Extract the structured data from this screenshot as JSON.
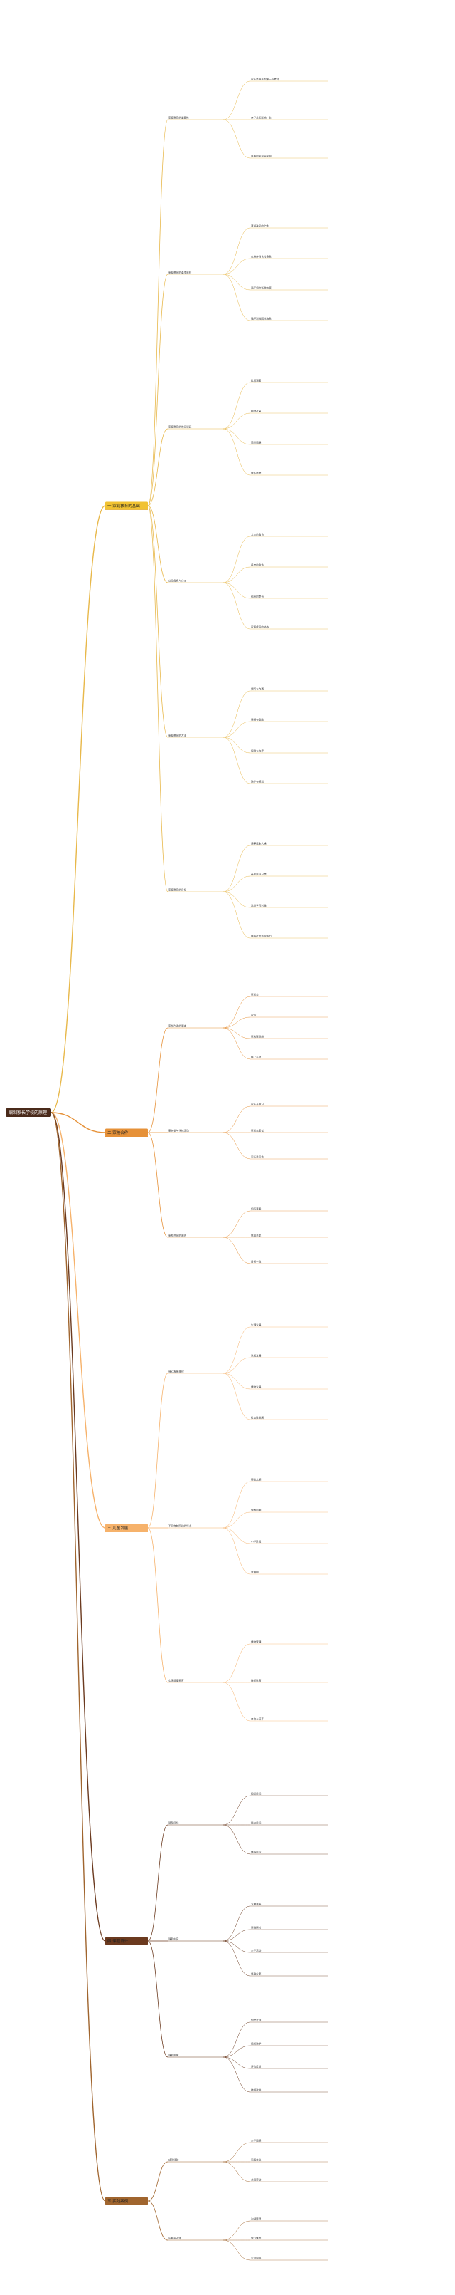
{
  "root": {
    "label": "编制家长学校的原理"
  },
  "colors": {
    "root_bg": "#4a2a1a",
    "yellow": "#f1c232",
    "orange": "#e69138",
    "peach": "#f6b26b",
    "brown": "#6b3a1f",
    "tan": "#a0652e",
    "line_yellow": "#e8b84a",
    "line_orange": "#e69138"
  },
  "branches": [
    {
      "label": "一 家庭教育的基础",
      "color": "yellow",
      "groups": [
        {
          "label": "家庭教育的重要性",
          "items": [
            "家长是孩子的第一任老师",
            "亲子关系影响一生",
            "良好的家风与家规"
          ]
        },
        {
          "label": "家庭教育的基本原则",
          "items": [
            "尊重孩子的个性",
            "以身作则言传身教",
            "宽严相济张弛有度",
            "循序渐进因材施教"
          ]
        },
        {
          "label": "家庭教育的常见误区",
          "items": [
            "过度溺爱",
            "期望过高",
            "简单粗暴",
            "放任自流"
          ]
        },
        {
          "label": "父母角色与分工",
          "items": [
            "父亲的角色",
            "母亲的角色",
            "祖辈的参与",
            "家庭成员的协作"
          ]
        },
        {
          "label": "家庭教育的方法",
          "items": [
            "倾听与沟通",
            "表扬与激励",
            "规则与边界",
            "陪伴与游戏"
          ]
        },
        {
          "label": "家庭教育的目标",
          "items": [
            "培养健全人格",
            "养成良好习惯",
            "激发学习兴趣",
            "提升社会适应能力"
          ]
        }
      ]
    },
    {
      "label": "二 家校合作",
      "color": "orange",
      "groups": [
        {
          "label": "家校沟通的渠道",
          "items": [
            "家长会",
            "家访",
            "家校联系册",
            "线上平台"
          ]
        },
        {
          "label": "家长参与学校活动",
          "items": [
            "家长开放日",
            "家长志愿者",
            "家长委员会"
          ]
        },
        {
          "label": "家校共育的原则",
          "items": [
            "相互尊重",
            "信息共享",
            "目标一致"
          ]
        }
      ]
    },
    {
      "label": "三 儿童发展",
      "color": "peach",
      "groups": [
        {
          "label": "身心发展规律",
          "items": [
            "生理发展",
            "认知发展",
            "情绪发展",
            "社会性发展"
          ]
        },
        {
          "label": "不同年龄阶段的特点",
          "items": [
            "婴幼儿期",
            "学龄前期",
            "小学阶段",
            "青春期"
          ]
        },
        {
          "label": "心理健康教育",
          "items": [
            "情绪管理",
            "挫折教育",
            "自信心培养"
          ]
        }
      ]
    },
    {
      "label": "四 课程设计",
      "color": "brown",
      "groups": [
        {
          "label": "课程目标",
          "items": [
            "知识目标",
            "能力目标",
            "情感目标"
          ]
        },
        {
          "label": "课程内容",
          "items": [
            "专题讲座",
            "案例研讨",
            "亲子活动",
            "经验分享"
          ]
        },
        {
          "label": "课程实施",
          "items": [
            "制定计划",
            "组织教学",
            "评估反馈",
            "持续改进"
          ]
        }
      ]
    },
    {
      "label": "五 实践案例",
      "color": "tan",
      "groups": [
        {
          "label": "成功经验",
          "items": [
            "亲子阅读",
            "家庭会议",
            "共同劳动"
          ]
        },
        {
          "label": "问题与对策",
          "items": [
            "沟通障碍",
            "学习焦虑",
            "沉迷网络"
          ]
        }
      ]
    }
  ]
}
